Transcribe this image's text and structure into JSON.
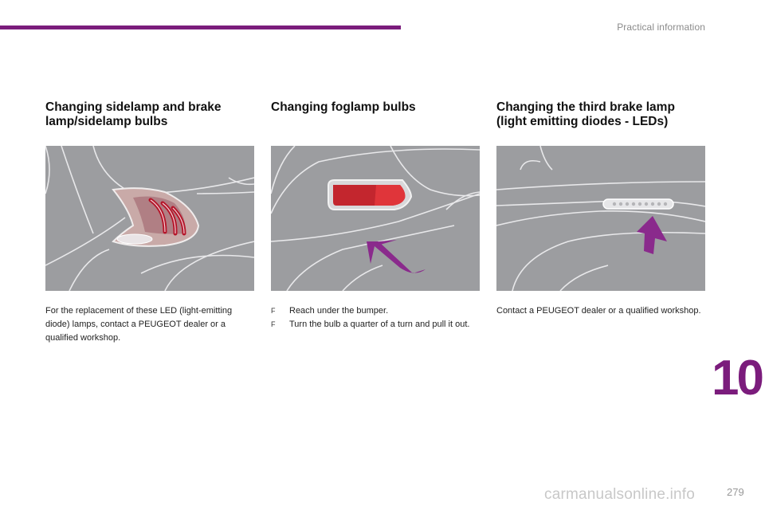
{
  "header": {
    "section": "Practical information"
  },
  "colors": {
    "accent": "#7b1c7c",
    "figure_bg": "#9c9da0"
  },
  "sections": [
    {
      "title": "Changing sidelamp and brake lamp/sidelamp bulbs",
      "figure_icon": "rear-lamp-illustration",
      "text": "For the replacement of these LED (light-emitting diode) lamps, contact a PEUGEOT dealer or a qualified workshop."
    },
    {
      "title": "Changing foglamp bulbs",
      "figure_icon": "foglamp-illustration",
      "bullet_marker": "F",
      "bullets": [
        "Reach under the bumper.",
        "Turn the bulb a quarter of a turn and pull it out."
      ]
    },
    {
      "title": "Changing the third brake lamp (light emitting diodes - LEDs)",
      "figure_icon": "third-brake-lamp-illustration",
      "text": "Contact a PEUGEOT dealer or a qualified workshop."
    }
  ],
  "chapter": "10",
  "page_number": "279",
  "watermark": "carmanualsonline.info"
}
